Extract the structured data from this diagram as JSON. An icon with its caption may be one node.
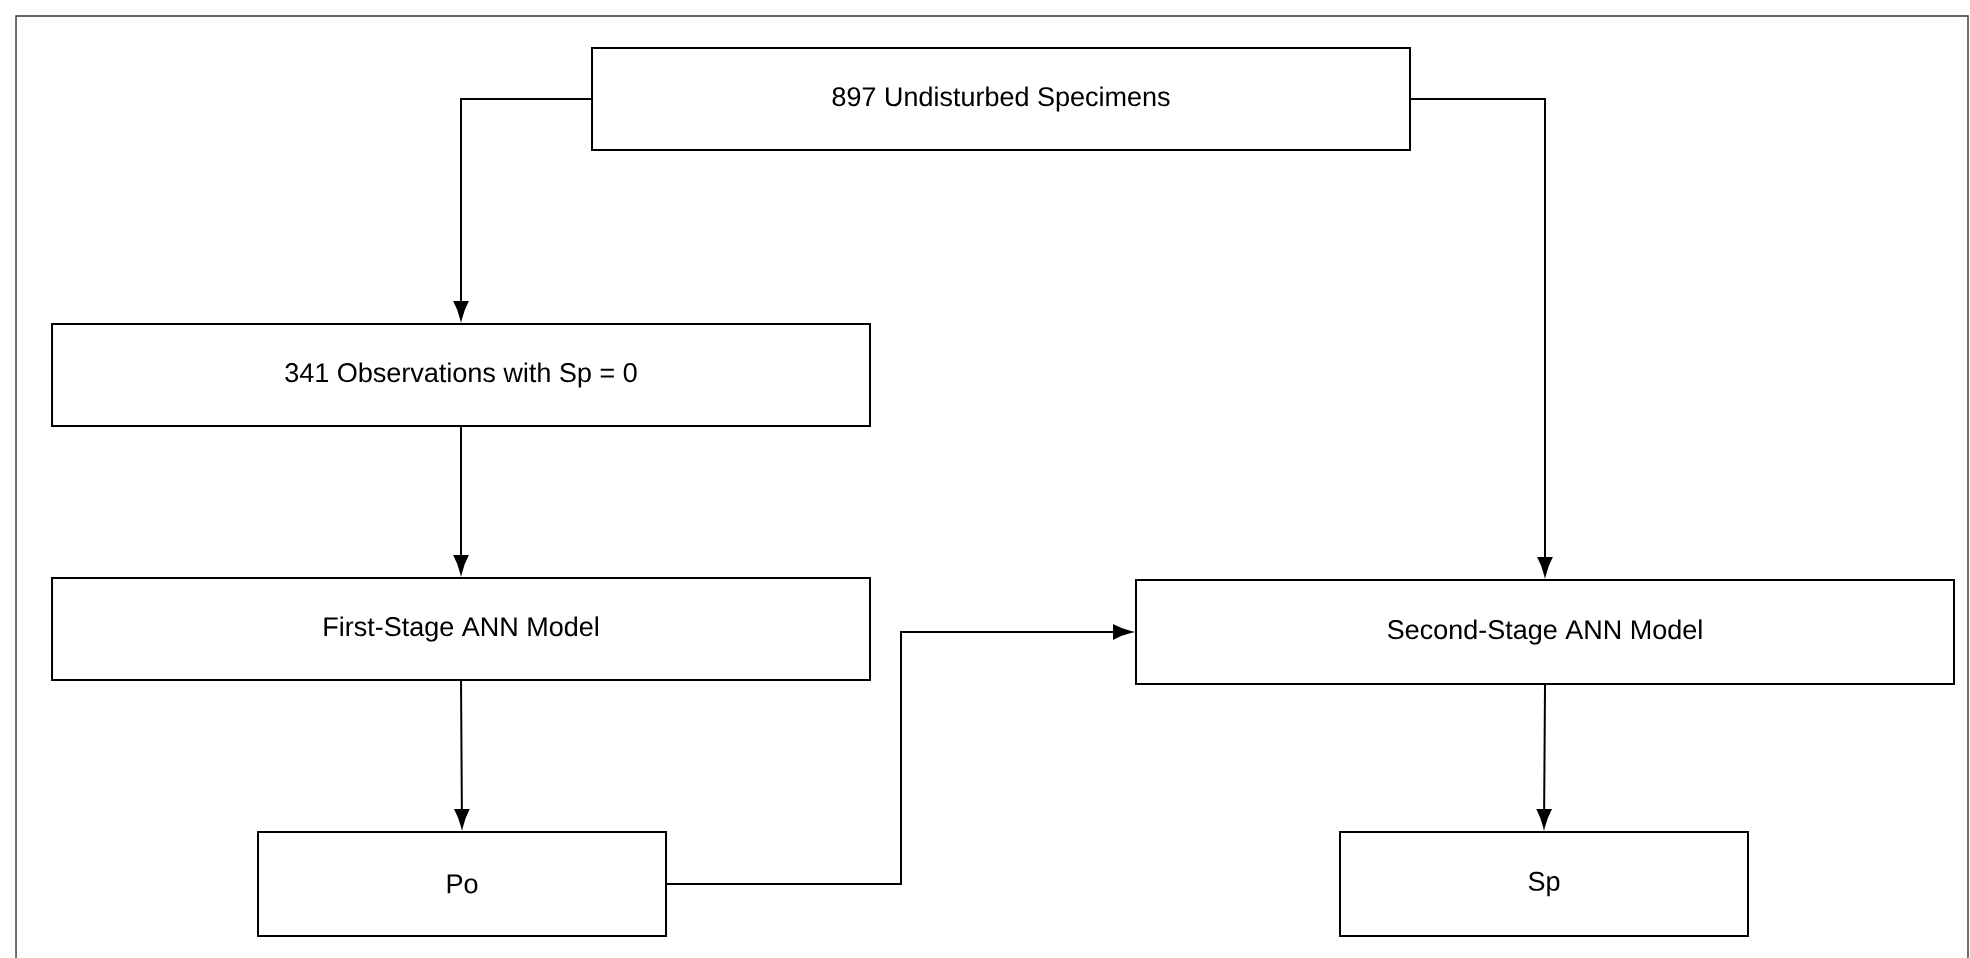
{
  "diagram": {
    "nodes": [
      {
        "text": [
          "897 Undisturbed Specimens"
        ]
      },
      {
        "text": [
          "341 Observations with Sp = 0"
        ]
      },
      {
        "text": [
          "First-Stage ANN Model"
        ]
      },
      {
        "text": [
          "Po"
        ]
      },
      {
        "text": [
          "Second-Stage ANN Model"
        ]
      },
      {
        "text": [
          "Sp"
        ]
      }
    ],
    "edges": [
      {
        "from": 0,
        "to": 1,
        "arrow": "to"
      },
      {
        "from": 0,
        "to": 4,
        "arrow": "to"
      },
      {
        "from": 1,
        "to": 2,
        "arrow": "to"
      },
      {
        "from": 2,
        "to": 3,
        "arrow": "to"
      },
      {
        "from": 3,
        "to": 4,
        "arrow": "to"
      },
      {
        "from": 4,
        "to": 5,
        "arrow": "to"
      }
    ]
  }
}
